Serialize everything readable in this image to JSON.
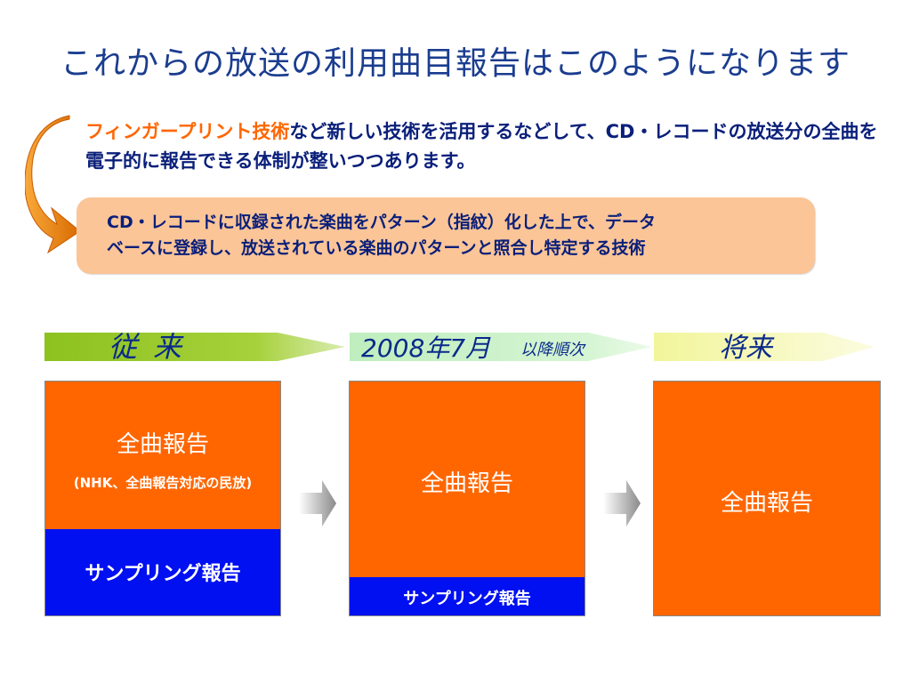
{
  "title": "これからの放送の利用曲目報告はこのようになります",
  "intro": {
    "highlight": "フィンガープリント技術",
    "rest": "など新しい技術を活用するなどして、CD・レコードの放送分の全曲を電子的に報告できる体制が整いつつあります。"
  },
  "definition": {
    "line1": "CD・レコードに収録された楽曲をパターン（指紋）化した上で、データ",
    "line2": "ベースに登録し、放送されている楽曲のパターンと照合し特定する技術"
  },
  "stages": [
    {
      "label": "従来",
      "full_report": "全曲報告",
      "full_report_note": "(NHK、全曲報告対応の民放)",
      "sampling_report": "サンプリング報告",
      "full_fraction": 0.63
    },
    {
      "label": "2008年7月",
      "label_suffix": "以降順次",
      "full_report": "全曲報告",
      "sampling_report": "サンプリング報告",
      "full_fraction": 0.84
    },
    {
      "label": "将来",
      "full_report": "全曲報告",
      "full_fraction": 1.0
    }
  ],
  "colors": {
    "title": "#1b3d8f",
    "text": "#0a1f7a",
    "accent_orange": "#ff6600",
    "report_blue": "#0010f0",
    "definition_bg": "#fbc597",
    "arrow_past": "#8dc21f",
    "arrow_2008": "#c8f0c8",
    "arrow_future": "#f4f7a0"
  },
  "icons": {
    "curved_arrow": "curved-arrow-icon",
    "next_arrow": "chevron-right-arrow-icon"
  }
}
